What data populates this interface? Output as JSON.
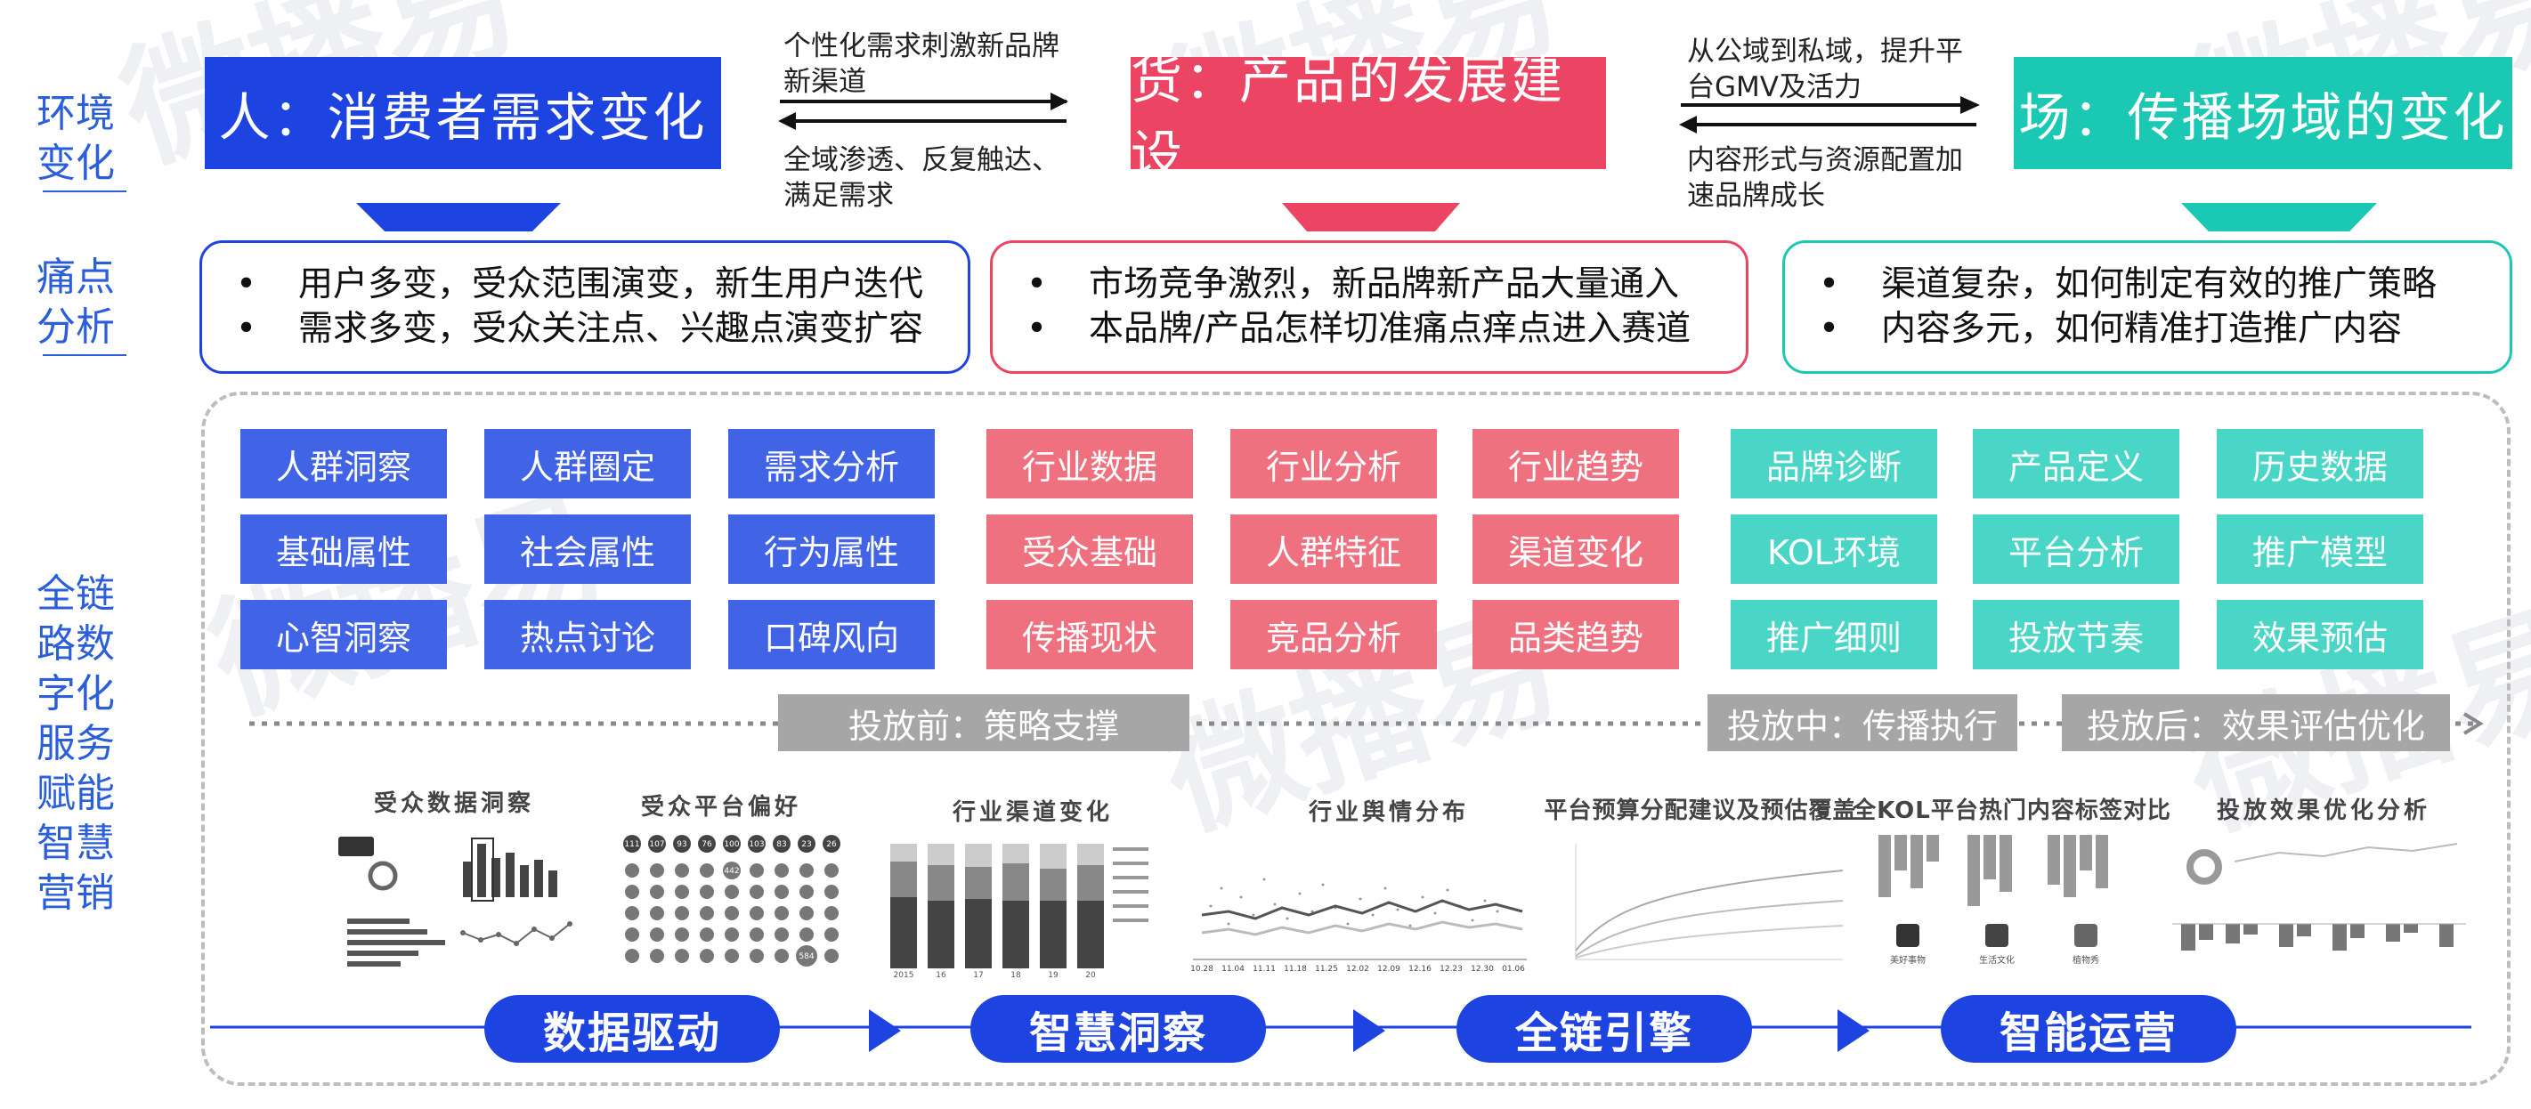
{
  "watermark": "微播易",
  "side_labels": {
    "env": "环境变化",
    "pain": "痛点分析",
    "chain": "全链路数字化服务赋能智慧营销"
  },
  "banners": [
    {
      "label": "人：消费者需求变化",
      "color": "#1d43e0"
    },
    {
      "label": "货：产品的发展建设",
      "color": "#ec4563"
    },
    {
      "label": "场：传播场域的变化",
      "color": "#1bc8b4"
    }
  ],
  "notes": {
    "left_top": "个性化需求刺激新品牌新渠道",
    "left_bottom": "全域渗透、反复触达、满足需求",
    "right_top": "从公域到私域，提升平台GMV及活力",
    "right_bottom": "内容形式与资源配置加速品牌成长"
  },
  "pain_points": [
    {
      "items": [
        "用户多变，受众范围演变，新生用户迭代",
        "需求多变，受众关注点、兴趣点演变扩容"
      ],
      "color": "#1d43e0"
    },
    {
      "items": [
        "市场竞争激烈，新品牌新产品大量通入",
        "本品牌/产品怎样切准痛点痒点进入赛道"
      ],
      "color": "#ec4563"
    },
    {
      "items": [
        "渠道复杂，如何制定有效的推广策略",
        "内容多元，如何精准打造推广内容"
      ],
      "color": "#1bc8b4"
    }
  ],
  "bullet": "•",
  "tiles": {
    "blue": [
      "人群洞察",
      "人群圈定",
      "需求分析",
      "基础属性",
      "社会属性",
      "行为属性",
      "心智洞察",
      "热点讨论",
      "口碑风向"
    ],
    "red": [
      "行业数据",
      "行业分析",
      "行业趋势",
      "受众基础",
      "人群特征",
      "渠道变化",
      "传播现状",
      "竞品分析",
      "品类趋势"
    ],
    "teal": [
      "品牌诊断",
      "产品定义",
      "历史数据",
      "KOL环境",
      "平台分析",
      "推广模型",
      "推广细则",
      "投放节奏",
      "效果预估"
    ]
  },
  "phases": [
    "投放前：策略支撑",
    "投放中：传播执行",
    "投放后：效果评估优化"
  ],
  "thumbnails": [
    "受众数据洞察",
    "受众平台偏好",
    "行业渠道变化",
    "行业舆情分布",
    "平台预算分配建议及预估覆盖",
    "全KOL平台热门内容标签对比",
    "投放效果优化分析"
  ],
  "thumb_text": {
    "bubble_top": [
      "111",
      "107",
      "93",
      "76",
      "100",
      "103",
      "83",
      "23",
      "26"
    ],
    "bubble_highlight": "442",
    "bubble_low": "584",
    "channel_years": [
      "2015",
      "16",
      "17",
      "18",
      "19",
      "20"
    ],
    "opinion_dates": [
      "10.28",
      "11.04",
      "11.11",
      "11.18",
      "11.25",
      "12.02",
      "12.09",
      "12.16",
      "12.23",
      "12.30",
      "01.06"
    ],
    "kol_labels": [
      "美好事物",
      "生活文化",
      "植物秀"
    ]
  },
  "pills": [
    "数据驱动",
    "智慧洞察",
    "全链引擎",
    "智能运营"
  ]
}
